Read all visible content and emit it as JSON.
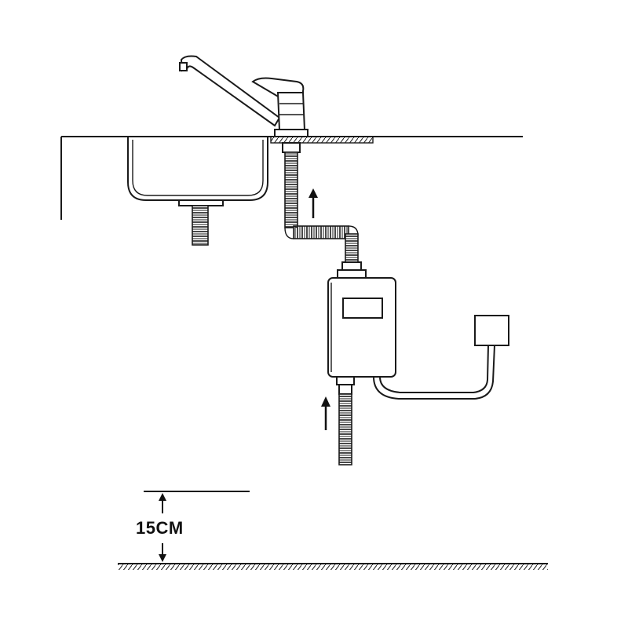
{
  "diagram": {
    "clearance_label": "15CM",
    "flow_direction": "up",
    "colors": {
      "line": "#1a1a1a",
      "background": "#ffffff"
    },
    "components": [
      "sink-basin",
      "faucet",
      "countertop",
      "drain-pipe",
      "flexible-hose",
      "water-heater",
      "heater-display",
      "power-cable",
      "wall-socket",
      "floor"
    ]
  }
}
